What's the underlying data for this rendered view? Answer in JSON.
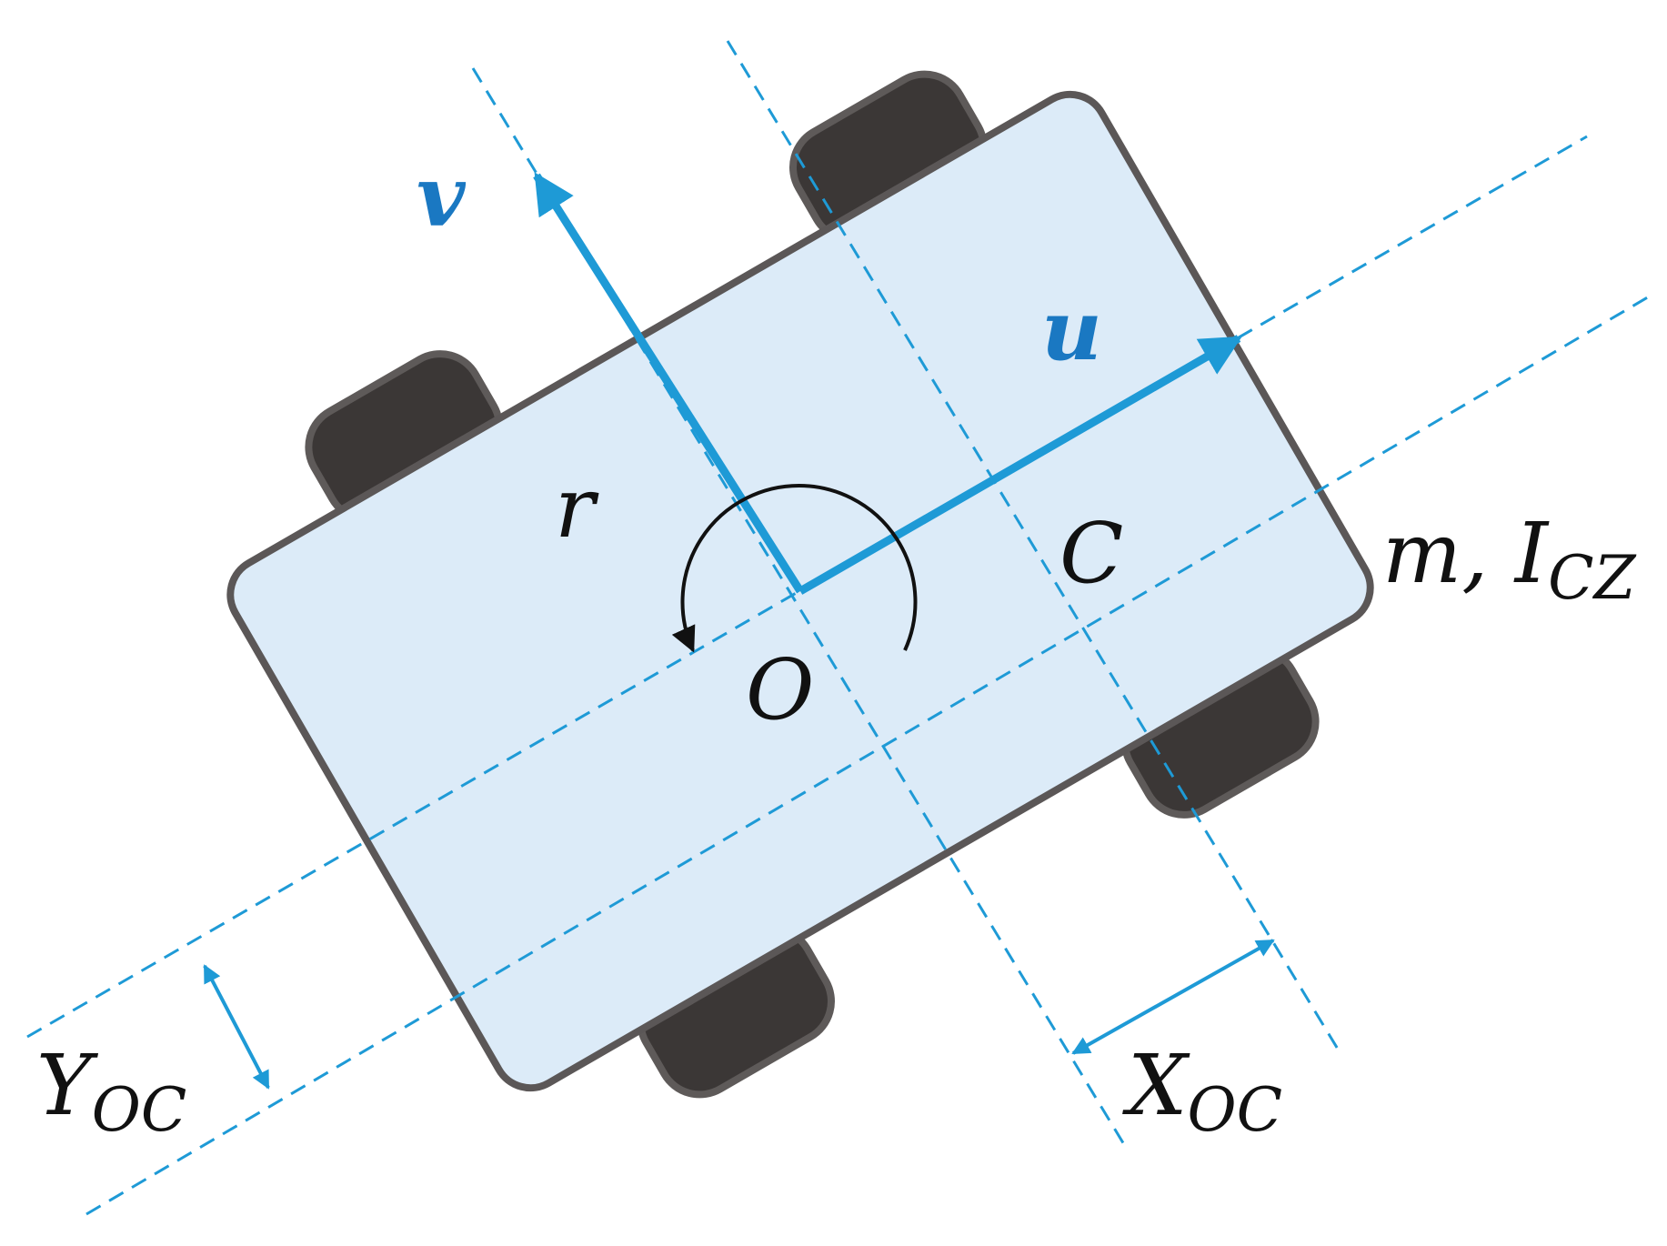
{
  "labels": {
    "v": "v",
    "u": "u",
    "r": "r",
    "c": "C",
    "o": "O",
    "mass": "m, I",
    "mass_sub": "CZ",
    "yoc": "Y",
    "yoc_sub": "OC",
    "xoc": "X",
    "xoc_sub": "OC"
  },
  "colors": {
    "body_fill": "#dcebf8",
    "body_stroke": "#5b5757",
    "wheel_fill": "#3b3736",
    "wheel_stroke": "#5e5a59",
    "accent_blue": "#1e9ad6",
    "label_blue": "#1a78c2",
    "text_black": "#111111"
  }
}
